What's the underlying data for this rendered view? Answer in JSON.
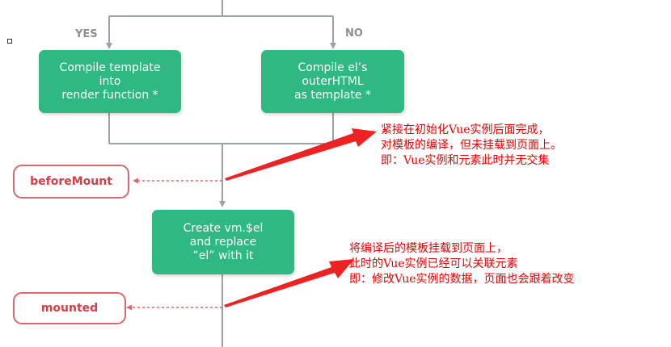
{
  "branches": {
    "yes_label": "YES",
    "no_label": "NO"
  },
  "boxes": {
    "compile_template": [
      "Compile template",
      "into",
      "render function *"
    ],
    "compile_el": [
      "Compile el’s",
      "outerHTML",
      "as template *"
    ],
    "create_vm_el": [
      "Create vm.$el",
      "and replace",
      "“el” with it"
    ]
  },
  "hooks": {
    "before_mount": "beforeMount",
    "mounted": "mounted"
  },
  "notes": {
    "before_mount": [
      "紧接在初始化Vue实例后面完成，",
      "对模板的编译，但未挂载到页面上。",
      "即：Vue实例和元素此时并无交集"
    ],
    "mounted": [
      "将编译后的模板挂载到页面上，",
      "此时的Vue实例已经可以关联元素",
      "即：修改Vue实例的数据，页面也会跟着改变"
    ]
  },
  "colors": {
    "box_green": "#2eb882",
    "hook_border": "#d86a6f",
    "hook_text": "#d0424a",
    "note_red": "#ee0000",
    "line_gray": "#9aa3ab",
    "branch_label_gray": "#8f8f8f"
  }
}
